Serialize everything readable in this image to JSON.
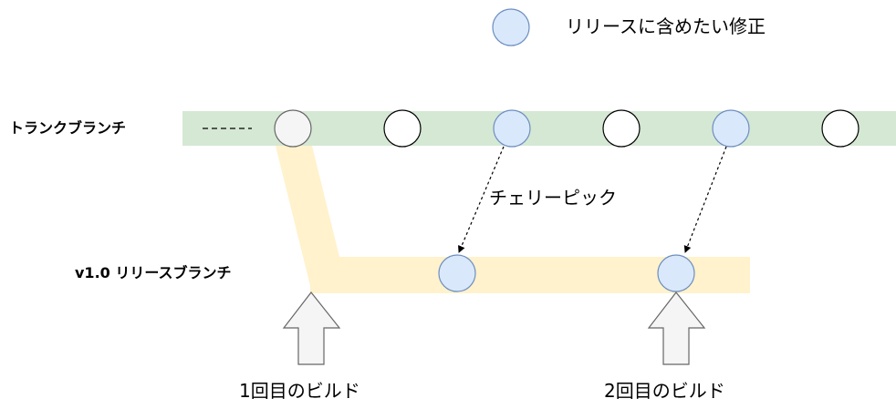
{
  "legend": {
    "label": "リリースに含めたい修正",
    "marker_color": "#dae8fc",
    "marker_stroke": "#6c8ebf"
  },
  "trunk": {
    "label": "トランクブランチ",
    "band_color": "#d5e8d4",
    "commits": [
      {
        "kind": "base"
      },
      {
        "kind": "normal"
      },
      {
        "kind": "fix"
      },
      {
        "kind": "normal"
      },
      {
        "kind": "fix"
      },
      {
        "kind": "normal"
      }
    ]
  },
  "release": {
    "label": "v1.0 リリースブランチ",
    "band_color": "#fff2cc"
  },
  "cherry_pick": {
    "label": "チェリーピック"
  },
  "builds": [
    {
      "label": "1回目のビルド"
    },
    {
      "label": "2回目のビルド"
    }
  ],
  "colors": {
    "normal_fill": "#ffffff",
    "normal_stroke": "#000000",
    "base_fill": "#f5f5f5",
    "base_stroke": "#666666",
    "arrow_fill": "#f5f5f5",
    "arrow_stroke": "#666666"
  }
}
